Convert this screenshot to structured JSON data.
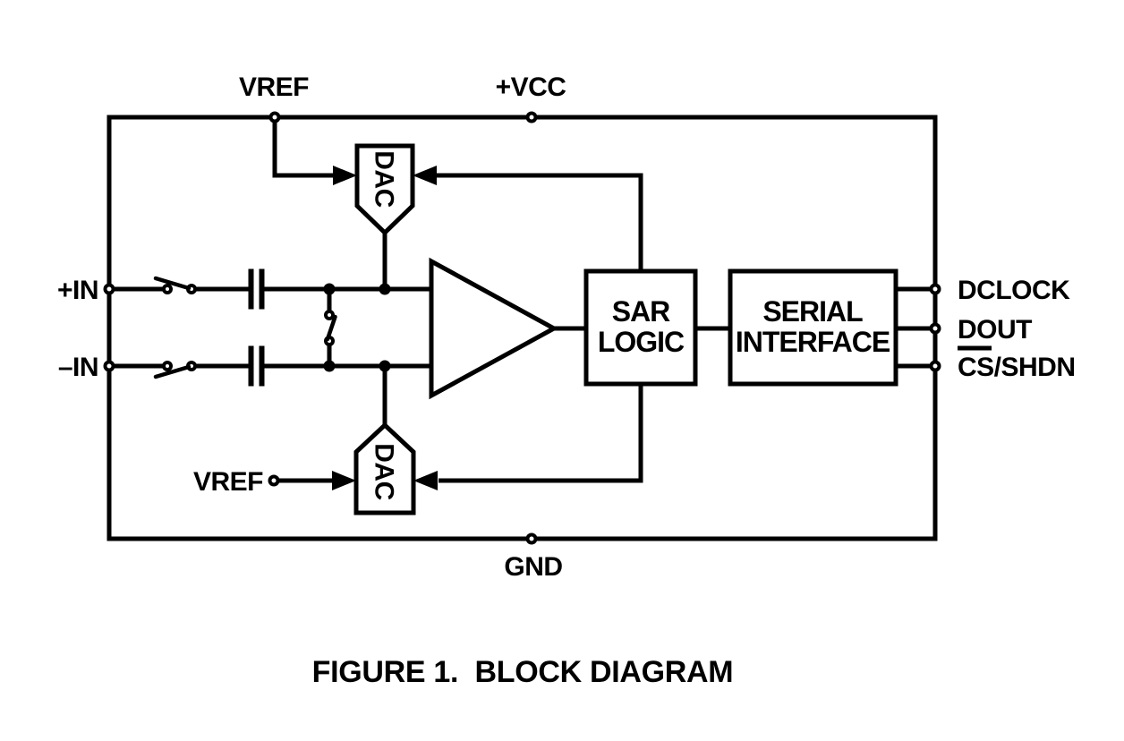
{
  "colors": {
    "ink": "#000000",
    "background": "#ffffff"
  },
  "caption": "FIGURE 1.  BLOCK DIAGRAM",
  "package_pins": {
    "vref_top": "VREF",
    "vcc": "+VCC",
    "in_positive": "+IN",
    "in_negative": "–IN",
    "gnd": "GND",
    "dclock": "DCLOCK",
    "dout": "DOUT",
    "cs_shdn": "CS/SHDN",
    "vref_bottom": "VREF"
  },
  "blocks": {
    "dac_top": "DAC",
    "dac_bottom": "DAC",
    "sar": {
      "line1": "SAR",
      "line2": "LOGIC"
    },
    "serial": {
      "line1": "SERIAL",
      "line2": "INTERFACE"
    }
  }
}
